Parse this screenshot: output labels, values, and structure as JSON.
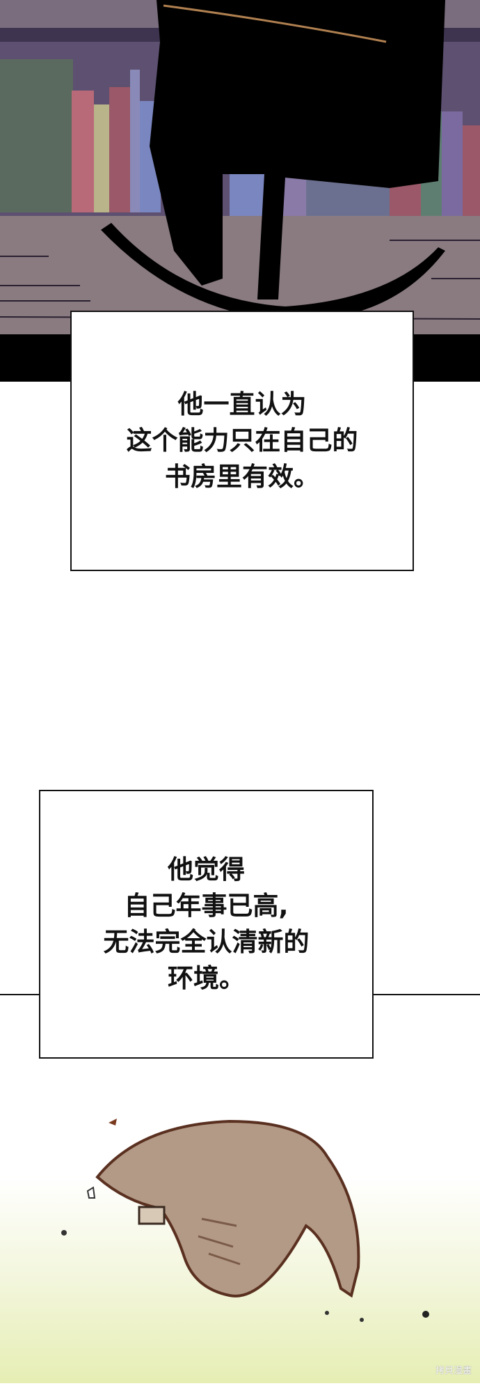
{
  "captions": [
    {
      "text": "他一直认为\n这个能力只在自己的\n书房里有效。"
    },
    {
      "text": "他觉得\n自己年事已高,\n无法完全认清新的\n环境。"
    }
  ],
  "watermark": "拷貝漫畫",
  "colors": {
    "floor": "#8a7b80",
    "shelf": "#6e6078",
    "ink": "#000000"
  }
}
